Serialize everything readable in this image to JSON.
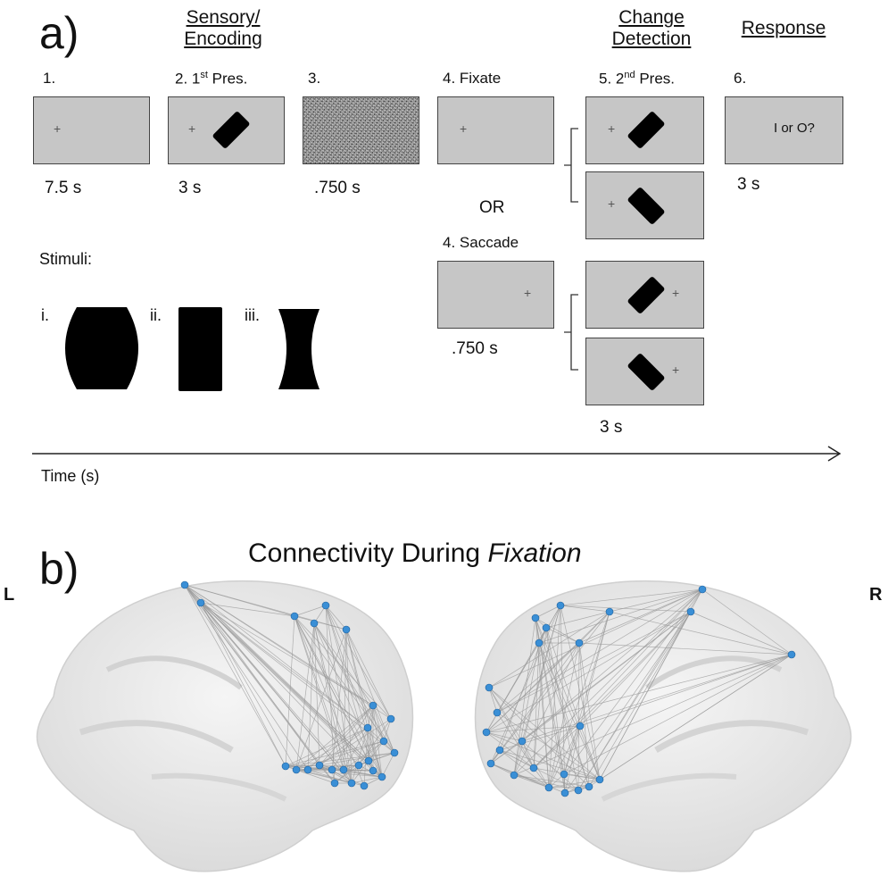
{
  "panel_a": {
    "letter": "a)",
    "headers": {
      "sensory_line1": "Sensory/",
      "sensory_line2": "Encoding",
      "change_line1": "Change",
      "change_line2": "Detection",
      "response": "Response"
    },
    "steps": {
      "s1": "1.",
      "s2_prefix": "2. 1",
      "s2_sup": "st",
      "s2_suffix": " Pres.",
      "s3": "3.",
      "s4a": "4. Fixate",
      "s5_prefix": "5. 2",
      "s5_sup": "nd",
      "s5_suffix": " Pres.",
      "s6": "6.",
      "s4b": "4. Saccade"
    },
    "durations": {
      "d1": "7.5 s",
      "d2": "3 s",
      "d3": ".750 s",
      "d6": "3 s",
      "d4b": ".750 s",
      "d5": "3 s"
    },
    "fixation_cross": "+",
    "or_label": "OR",
    "response_prompt": "I or O?",
    "stimuli_label": "Stimuli:",
    "stimuli": {
      "i": "i.",
      "ii": "ii.",
      "iii": "iii."
    },
    "time_label": "Time (s)"
  },
  "panel_b": {
    "letter": "b)",
    "title_prefix": "Connectivity During ",
    "title_italic": "Fixation",
    "left": "L",
    "right": "R"
  },
  "colors": {
    "screen": "#c6c6c6",
    "node": "#3a8fd6",
    "edge": "#9a9a9a",
    "brain": "#e9e9e9"
  }
}
